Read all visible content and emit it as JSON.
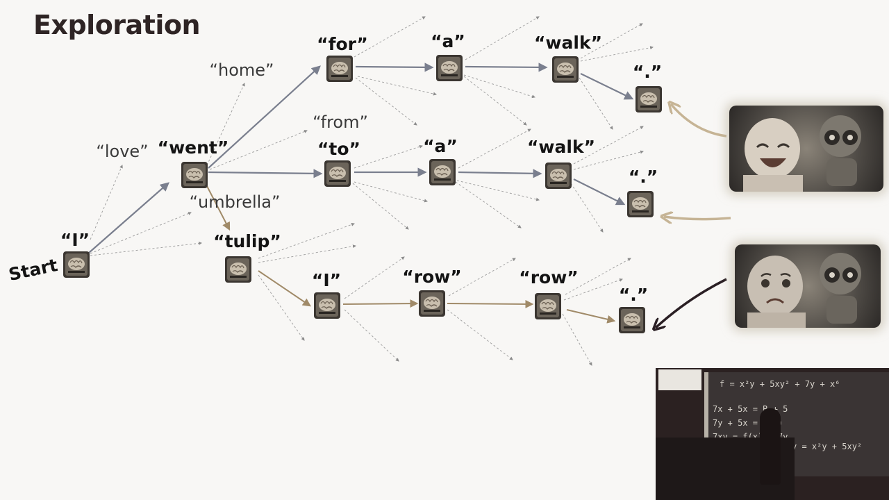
{
  "slide": {
    "title": "Exploration",
    "start_label": "Start"
  },
  "tokens": {
    "i": "“I”",
    "love": "“love”",
    "went": "“went”",
    "umbrella": "“umbrella”",
    "tulip": "“tulip”",
    "home": "“home”",
    "for": "“for”",
    "a1": "“a”",
    "walk1": "“walk”",
    "dot1": "“.”",
    "from": "“from”",
    "to": "“to”",
    "a2": "“a”",
    "walk2": "“walk”",
    "dot2": "“.”",
    "i2": "“I”",
    "row1": "“row”",
    "row2": "“row”",
    "dot3": "“.”"
  },
  "colors": {
    "chosen_path": "#7a7f8e",
    "explored_path": "#a08a68",
    "faint_branch": "#9a9a9a",
    "good_feedback": "#c6b495",
    "bad_feedback": "#2a1f24"
  },
  "icons": {
    "model_node": "brain-icon",
    "happy_feedback": "laughing-baby-robot-image",
    "sad_feedback": "crying-baby-robot-image"
  },
  "inset": {
    "board_lines": [
      "f = x²y + 5xy² + 7y + x⁶",
      "7x + 5x = R + 5",
      "7y + 5x = 5(x)",
      "7xy = f(x) + 7y",
      "y = x²y + 5xy²"
    ]
  }
}
